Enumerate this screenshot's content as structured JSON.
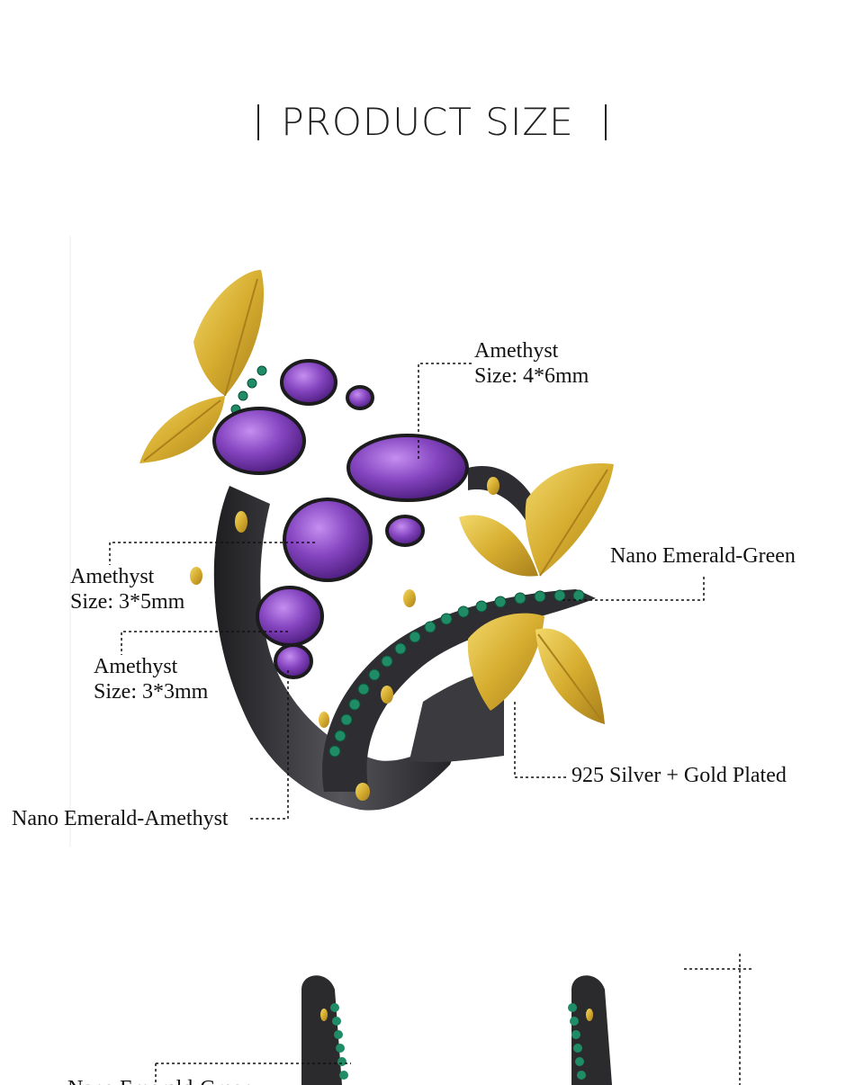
{
  "header": {
    "title": "PRODUCT SIZE"
  },
  "callouts": {
    "amethyst_top": {
      "name": "Amethyst",
      "size": "Size: 4*6mm"
    },
    "amethyst_mid": {
      "name": "Amethyst",
      "size": "Size: 3*5mm"
    },
    "amethyst_small": {
      "name": "Amethyst",
      "size": "Size: 3*3mm"
    },
    "nano_green": {
      "text": "Nano Emerald-Green"
    },
    "silver_gold": {
      "text": "925 Silver + Gold Plated"
    },
    "nano_amethyst": {
      "text": "Nano Emerald-Amethyst"
    },
    "bottom_partial": {
      "text": "Nano Emerald-Green"
    }
  },
  "colors": {
    "amethyst": "#7b3fb0",
    "emerald": "#1f8c66",
    "gold": "#d9b43a",
    "black_metal": "#2b2b2e"
  }
}
